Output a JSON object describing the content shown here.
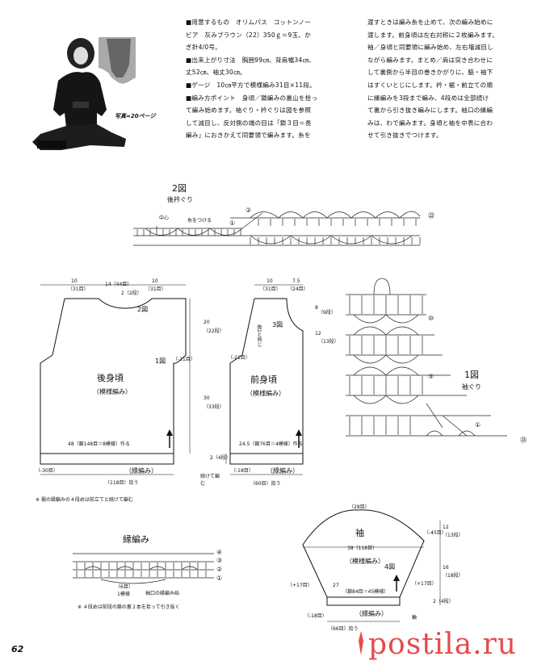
{
  "photo": {
    "caption": "写真≈20ページ"
  },
  "text_left": {
    "lines": [
      "■用意するもの　オリムパス　コットンノー",
      "ビア　灰みブラウン（22）350ｇ＝9玉、か",
      "ぎ針4/0号。",
      "■出来上がり寸法　胸囲99㎝、背肩幅34㎝、",
      "丈52㎝、袖丈30㎝。",
      "■ゲージ　10㎝平方で模様編み31目×11段。",
      "■編み方ポイント　身頃／鎖編みの裏山を拾っ",
      "て編み始めます。袖ぐり・衿ぐりは図を参照",
      "して減目し、反対側の端の目は「鎖３目＝長",
      "編み」におきかえて同要領で編みます。糸を"
    ]
  },
  "text_right": {
    "lines": [
      "渡すときは編み糸を止めて、次の編み始めに",
      "渡します。前身頃は左右対称に２枚編みます。",
      "袖／身頃と同要領に編み始め、左右増減目し",
      "ながら編みます。まとめ／肩は突き合わせに",
      "して裏側から半目の巻きかがりに、脇・袖下",
      "はすくいとじにします。衿・裾・前立ての順",
      "に縁編みを3段まで編み、4段めは全部続け",
      "て裏から引き抜き編みにします。袖口の縁編",
      "みは、わで編みます。身頃と袖を中表に合わ",
      "せて引き抜きでつけます。"
    ]
  },
  "diagram2": {
    "title": "2図",
    "subtitle": "後衿ぐり",
    "center": "中心",
    "attach": "糸をつける",
    "r1": "①",
    "r2": "②",
    "r22": "㉒"
  },
  "diagram1": {
    "title": "1図",
    "subtitle": "袖ぐり",
    "r1": "①",
    "r5": "⑤",
    "r10": "⑩",
    "r33": "㉝"
  },
  "back": {
    "title": "後身頃",
    "subtitle": "（模様編み）",
    "top_left": "10",
    "top_left_sts": "（31目）",
    "top_mid": "14（44目）",
    "top_right": "10",
    "top_right_sts": "（31目）",
    "neck_rows": "2（2段）",
    "fig2": "2図",
    "fig1": "1図",
    "dec": "（-21目）",
    "length_top": "20",
    "length_top_rows": "（22段）",
    "length_bot": "30",
    "length_bot_rows": "（33段）",
    "foundation": "48（鎖148目＝8模様）作る",
    "border_note": "2（4段）",
    "border_dec": "（-30目）",
    "border": "（縁編み）",
    "border_sts": "（118目）拾う"
  },
  "front": {
    "title": "前身頃",
    "subtitle": "（模様編み）",
    "top_left": "10",
    "top_left_sts": "（31目）",
    "top_right": "7.5",
    "top_right_sts": "（24目）",
    "fig3": "3図",
    "ref": "後2と同じ",
    "dec": "（-21目）",
    "neck": "8",
    "neck_rows": "（9段）",
    "neck2": "12",
    "neck2_rows": "（13段）",
    "foundation": "24.5（鎖76目＝4模様）作る",
    "border_dec": "（-18目）",
    "border": "（縁編み）",
    "border_sts": "（60目）拾う",
    "continue": "続けて編む"
  },
  "note1": "※ 裾の縁編みの４段めは前立てと続けて編む",
  "edging": {
    "title": "縁編み",
    "r1": "①",
    "r2": "②",
    "r3": "③",
    "r4": "④",
    "repeat": "（6目）",
    "repeat2": "1模様",
    "start": "袖口の縁編み始",
    "note": "※ ４段めは前段の鎖の裏２本を拾って引き抜く"
  },
  "sleeve": {
    "title": "袖",
    "subtitle": "（模様編み）",
    "fig4": "4図",
    "top": "（28目）",
    "dec": "（-45目）",
    "width": "38（118目）",
    "cap": "12",
    "cap_rows": "（13段）",
    "len": "16",
    "len_rows": "（18段）",
    "inc": "（+17目）",
    "inc2": "（+17目）",
    "cuff": "27",
    "foundation": "（鎖84目＝45模様）",
    "border": "（縁編み）",
    "border_dec": "（-18目）",
    "border_sts": "（66目）拾う",
    "cuff_rows": "2（4段）",
    "ring": "輪"
  },
  "page_number": "62",
  "logo": "postila.ru"
}
